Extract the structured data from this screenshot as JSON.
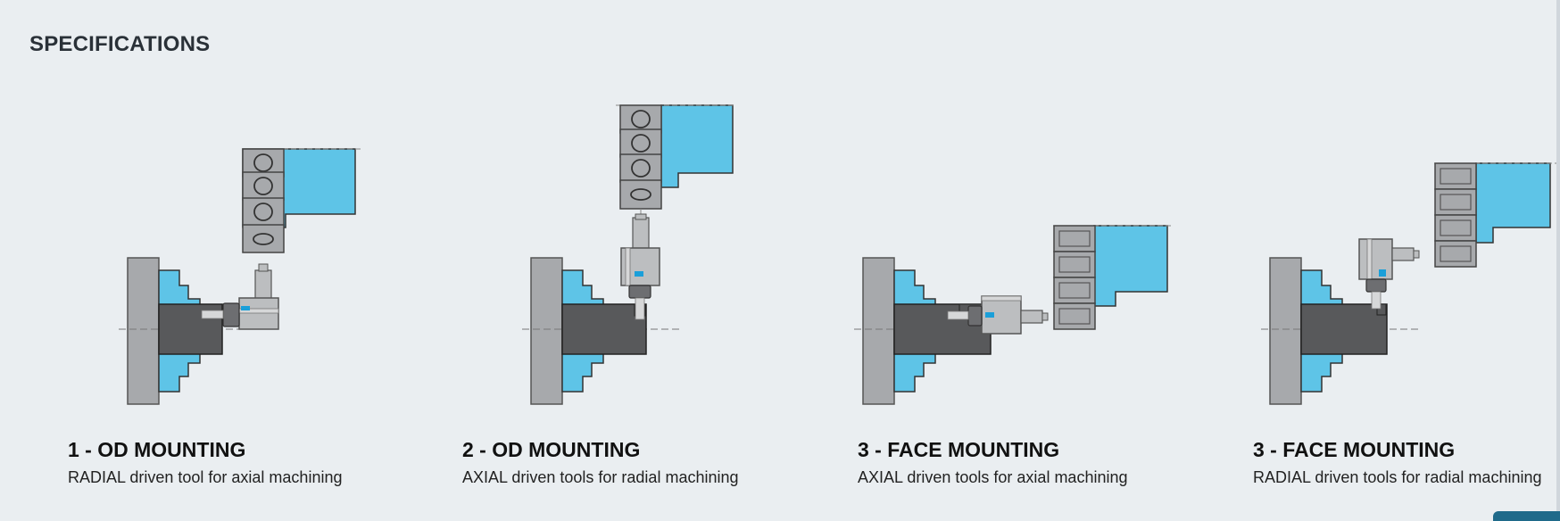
{
  "page": {
    "heading": "SPECIFICATIONS"
  },
  "mountings": [
    {
      "title": "1 - OD MOUNTING",
      "subtitle": "RADIAL driven tool for axial machining"
    },
    {
      "title": "2 - OD MOUNTING",
      "subtitle": "AXIAL driven tools for radial machining"
    },
    {
      "title": "3 - FACE MOUNTING",
      "subtitle": "AXIAL driven tools for axial machining"
    },
    {
      "title": "3 - FACE MOUNTING",
      "subtitle": "RADIAL driven tools for radial machining"
    }
  ],
  "colors": {
    "background": "#eaeef1",
    "turret_blue": "#5ec4e7",
    "chuck_gray": "#a7a9ac",
    "workpiece_dark": "#58595b",
    "tool_gray": "#bcbec0",
    "accent_blue": "#1a9fd9",
    "button": "#1f6a8a"
  }
}
